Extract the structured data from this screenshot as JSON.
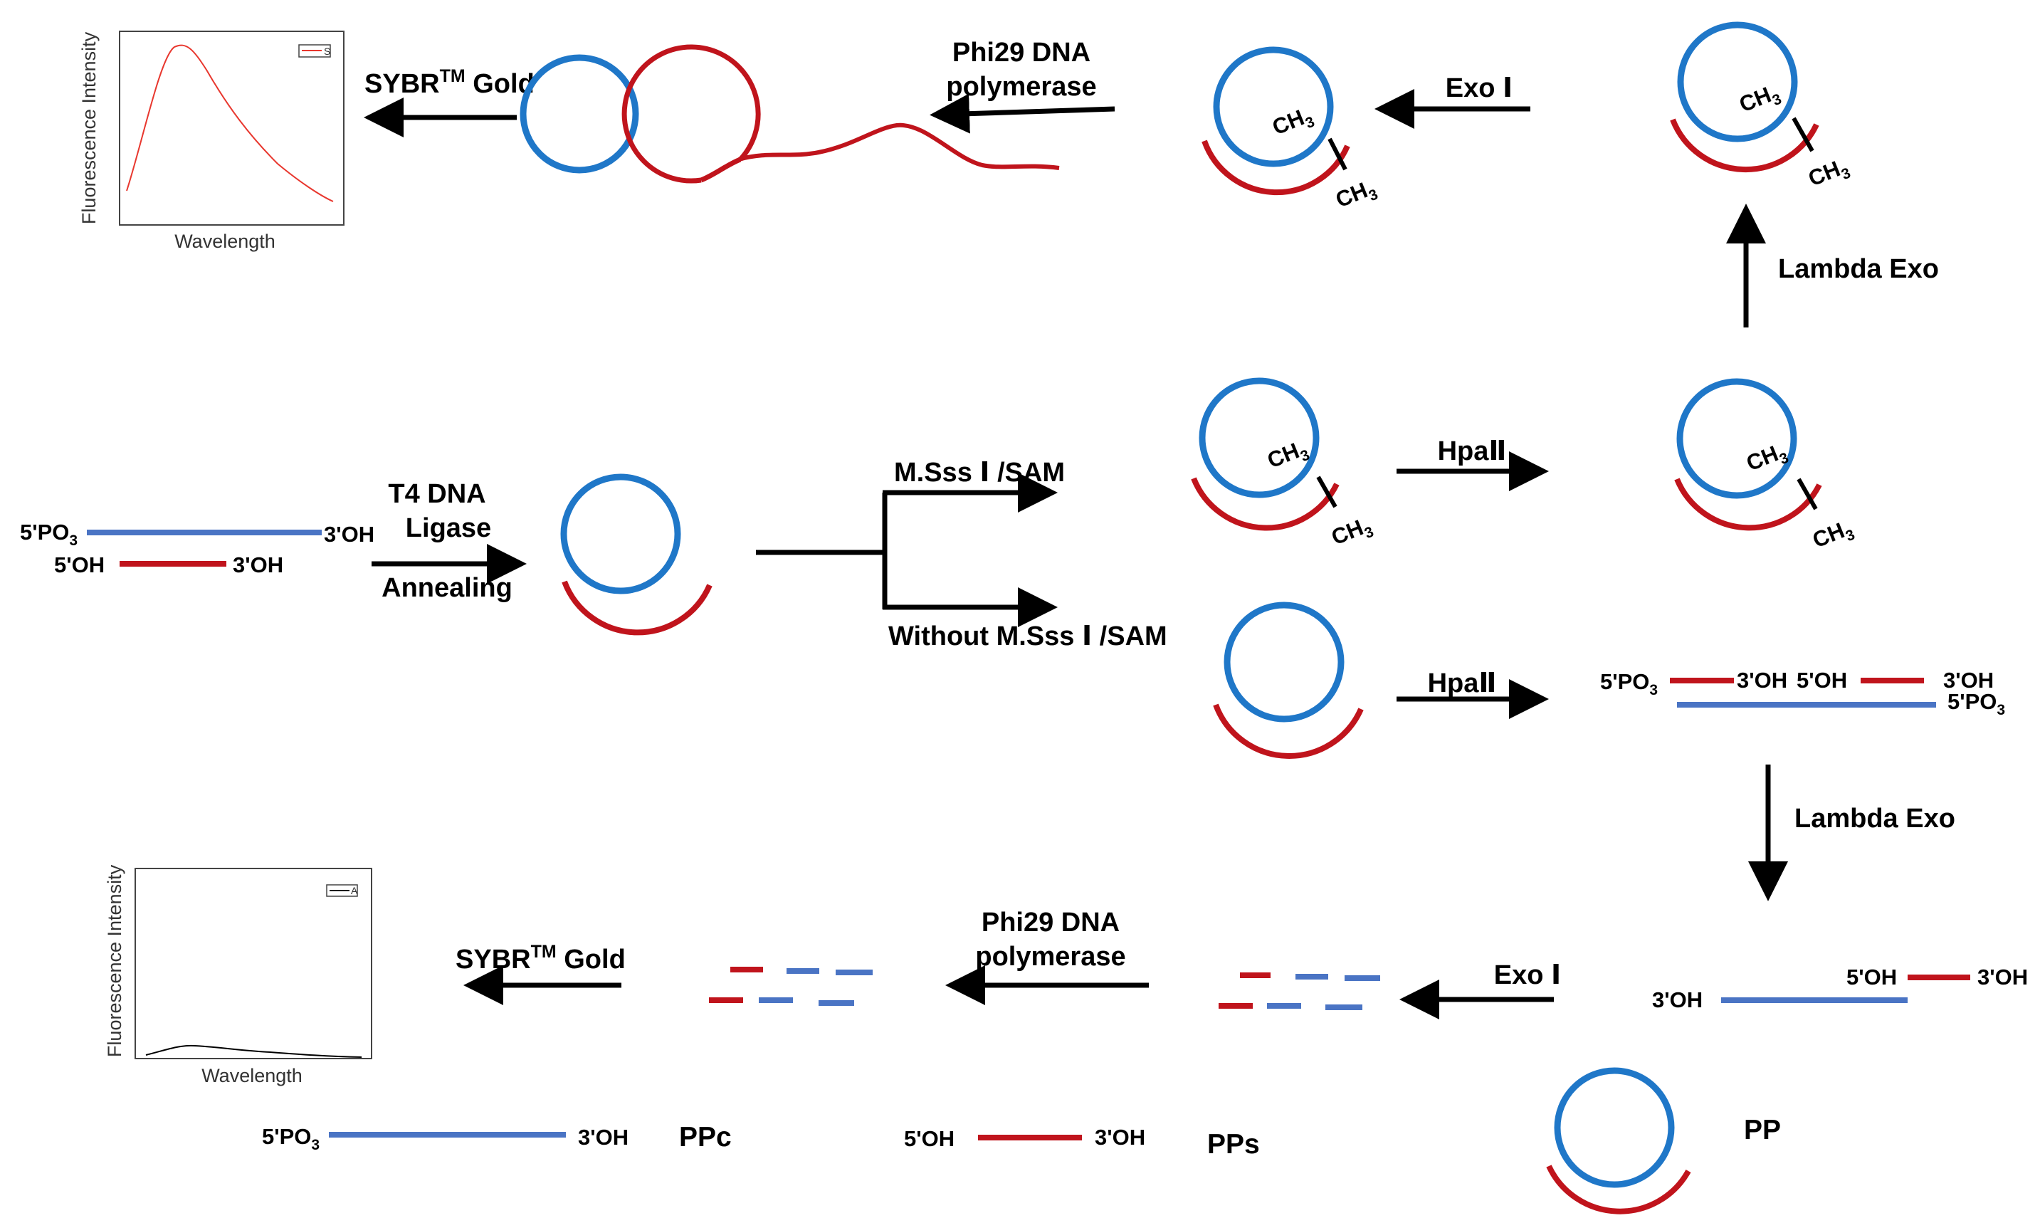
{
  "colors": {
    "template_strand": "#1f77c8",
    "probe_strand": "#c0141c",
    "linear_blue": "#4a74c4",
    "arrow": "#000000",
    "curve_high": "#e8372e",
    "curve_low": "#000000"
  },
  "labels": {
    "sybr_top": "SYBR",
    "sybr_bottom": "SYBR",
    "tm": "TM",
    "gold": " Gold",
    "phi29_top_1": "Phi29 DNA",
    "phi29_top_2": "polymerase",
    "phi29_bottom_1": "Phi29 DNA",
    "phi29_bottom_2": "polymerase",
    "exo_top": "Exo Ⅰ",
    "exo_bottom": "Exo Ⅰ",
    "lambda_top": "Lambda Exo",
    "lambda_right": "Lambda Exo",
    "hpa_methyl": "HpaⅡ",
    "hpa_plain": "HpaⅡ",
    "t4_1": "T4 DNA",
    "t4_2": "Ligase",
    "annealing": "Annealing",
    "msss": "M.Sss Ⅰ /SAM",
    "without_msss": "Without M.Sss Ⅰ /SAM",
    "ch": "CH",
    "ch_sub": "3",
    "ppc": "PPc",
    "pps": "PPs",
    "pp": "PP"
  },
  "ends": {
    "po3_main": "5'PO",
    "po3_sub": "3",
    "oh3": "3'OH",
    "oh5": "5'OH"
  },
  "chart_top": {
    "type": "line",
    "ylabel": "Fluorescence Intensity",
    "xlabel": "Wavelength",
    "legend": "S",
    "legend_position": "top-right",
    "relative_peak": 1.0
  },
  "chart_bottom": {
    "type": "line",
    "ylabel": "Fluorescence Intensity",
    "xlabel": "Wavelength",
    "legend": "A",
    "legend_position": "top-right",
    "relative_peak": 0.05
  }
}
